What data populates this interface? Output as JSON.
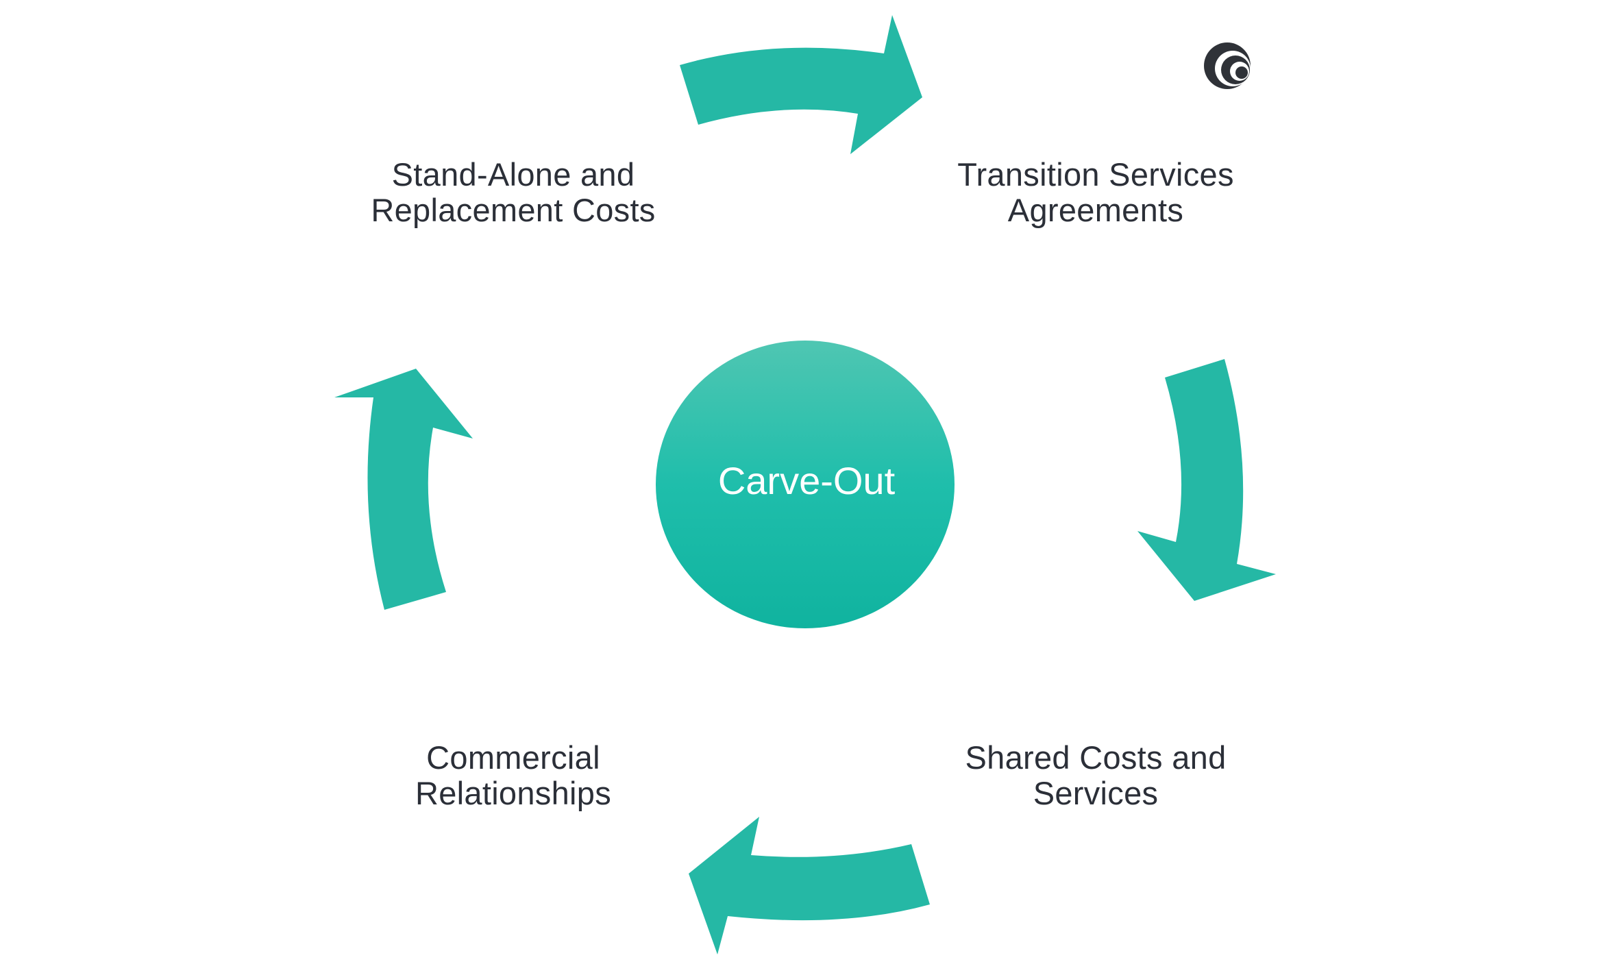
{
  "diagram": {
    "center": {
      "label": "Carve-Out"
    },
    "nodes": [
      {
        "id": "top-left",
        "lines": [
          "Stand-Alone and",
          "Replacement Costs"
        ]
      },
      {
        "id": "top-right",
        "lines": [
          "Transition Services",
          "Agreements"
        ]
      },
      {
        "id": "bottom-right",
        "lines": [
          "Shared Costs and",
          "Services"
        ]
      },
      {
        "id": "bottom-left",
        "lines": [
          "Commercial",
          "Relationships"
        ]
      }
    ],
    "flow_direction": "clockwise",
    "colors": {
      "arrow": "#25b8a5",
      "circle_top": "#4fc6b2",
      "circle_bottom": "#10b39f",
      "text": "#2b2f38",
      "logo": "#2f3238"
    },
    "logo": {
      "icon": "concentric-swirl-logo-icon"
    }
  }
}
